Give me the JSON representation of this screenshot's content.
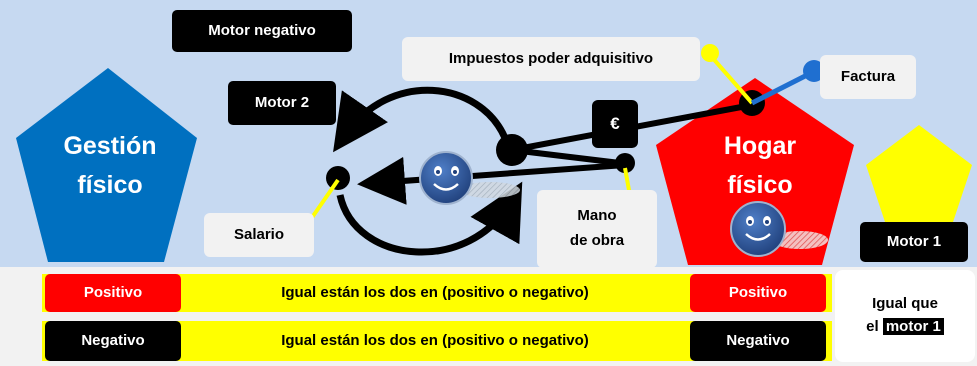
{
  "labels": {
    "motor_negativo": "Motor negativo",
    "impuestos": "Impuestos poder adquisitivo",
    "factura": "Factura",
    "motor2": "Motor 2",
    "gestion_line1": "Gestión",
    "gestion_line2": "físico",
    "hogar_line1": "Hogar",
    "hogar_line2": "físico",
    "euro": "€",
    "salario": "Salario",
    "mano_line1": "Mano",
    "mano_line2": "de obra",
    "motor1": "Motor 1"
  },
  "rows": {
    "positivo_left": "Positivo",
    "positivo_right": "Positivo",
    "positivo_middle": "Igual están los dos en (positivo o negativo)",
    "negativo_left": "Negativo",
    "negativo_right": "Negativo",
    "negativo_middle": "Igual están los dos en (positivo o negativo)",
    "igual_line1": "Igual que",
    "igual_prefix": "el",
    "igual_highlight": "motor 1"
  },
  "colors": {
    "background": "#c6d9f1",
    "gestion": "#0070c0",
    "hogar": "#ff0000",
    "yellow": "#ffff00",
    "black": "#000000",
    "face": "#2f5597",
    "pointer_blue": "#1f6fd0"
  }
}
